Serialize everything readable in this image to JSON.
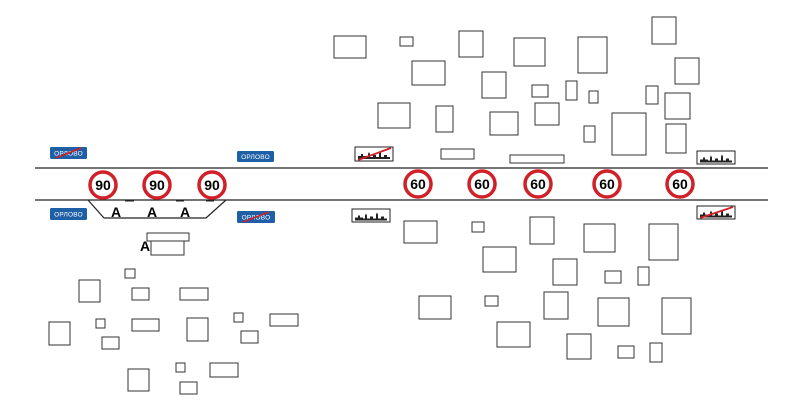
{
  "town_name": "ОРЛОВО",
  "speed_limits": {
    "outside_town": "90",
    "inside_town": "60"
  },
  "lane_marking": "А",
  "colors": {
    "road_line": "#222222",
    "speed_ring": "#d0202a",
    "town_sign": "#1f5fa5",
    "cancel_stripe": "#d0202a",
    "building_stroke": "#333333"
  },
  "icons": {
    "settlement_start": "town-silhouette-icon",
    "settlement_end": "town-silhouette-crossed-icon"
  }
}
